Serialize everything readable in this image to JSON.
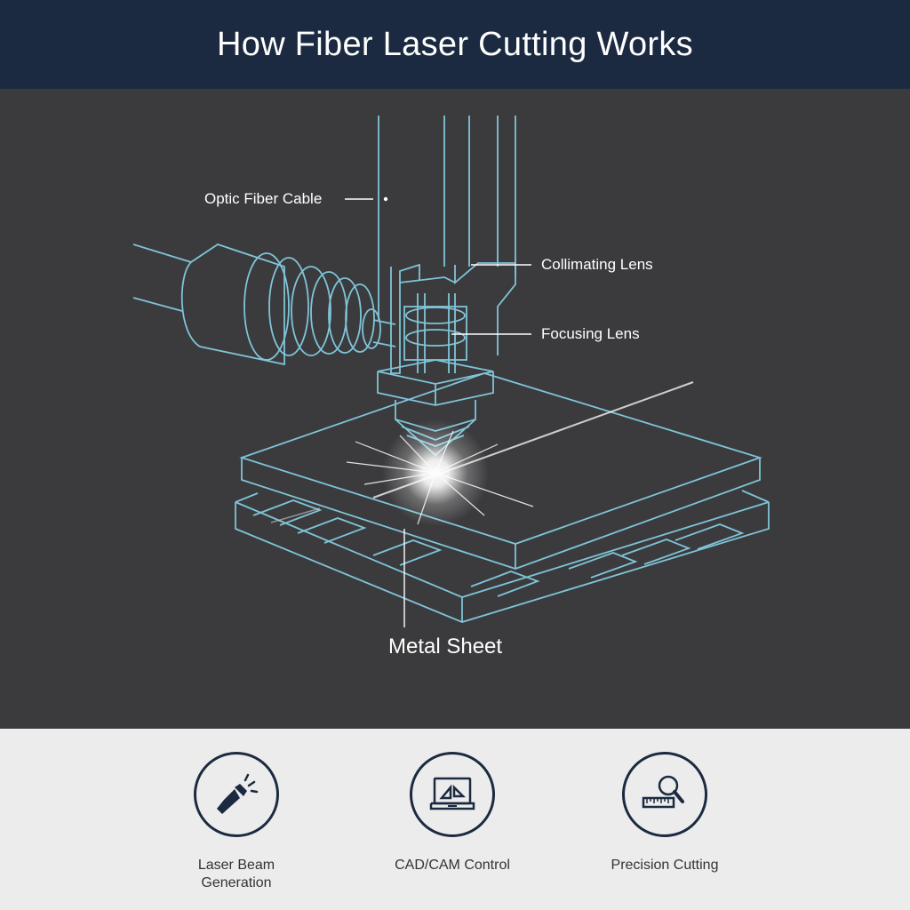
{
  "header": {
    "title": "How Fiber Laser Cutting Works"
  },
  "diagram": {
    "labels": {
      "optic_fiber_cable": "Optic Fiber Cable",
      "collimating_lens": "Collimating Lens",
      "focusing_lens": "Focusing Lens",
      "metal_sheet": "Metal Sheet"
    },
    "colors": {
      "line": "#7fc4d8",
      "background": "#3b3b3d",
      "header": "#1b2a40"
    }
  },
  "features": [
    {
      "icon": "flashlight-icon",
      "label_line1": "Laser Beam",
      "label_line2": "Generation"
    },
    {
      "icon": "laptop-cad-icon",
      "label_line1": "CAD/CAM Control",
      "label_line2": ""
    },
    {
      "icon": "magnifier-ruler-icon",
      "label_line1": "Precision Cutting",
      "label_line2": ""
    }
  ]
}
